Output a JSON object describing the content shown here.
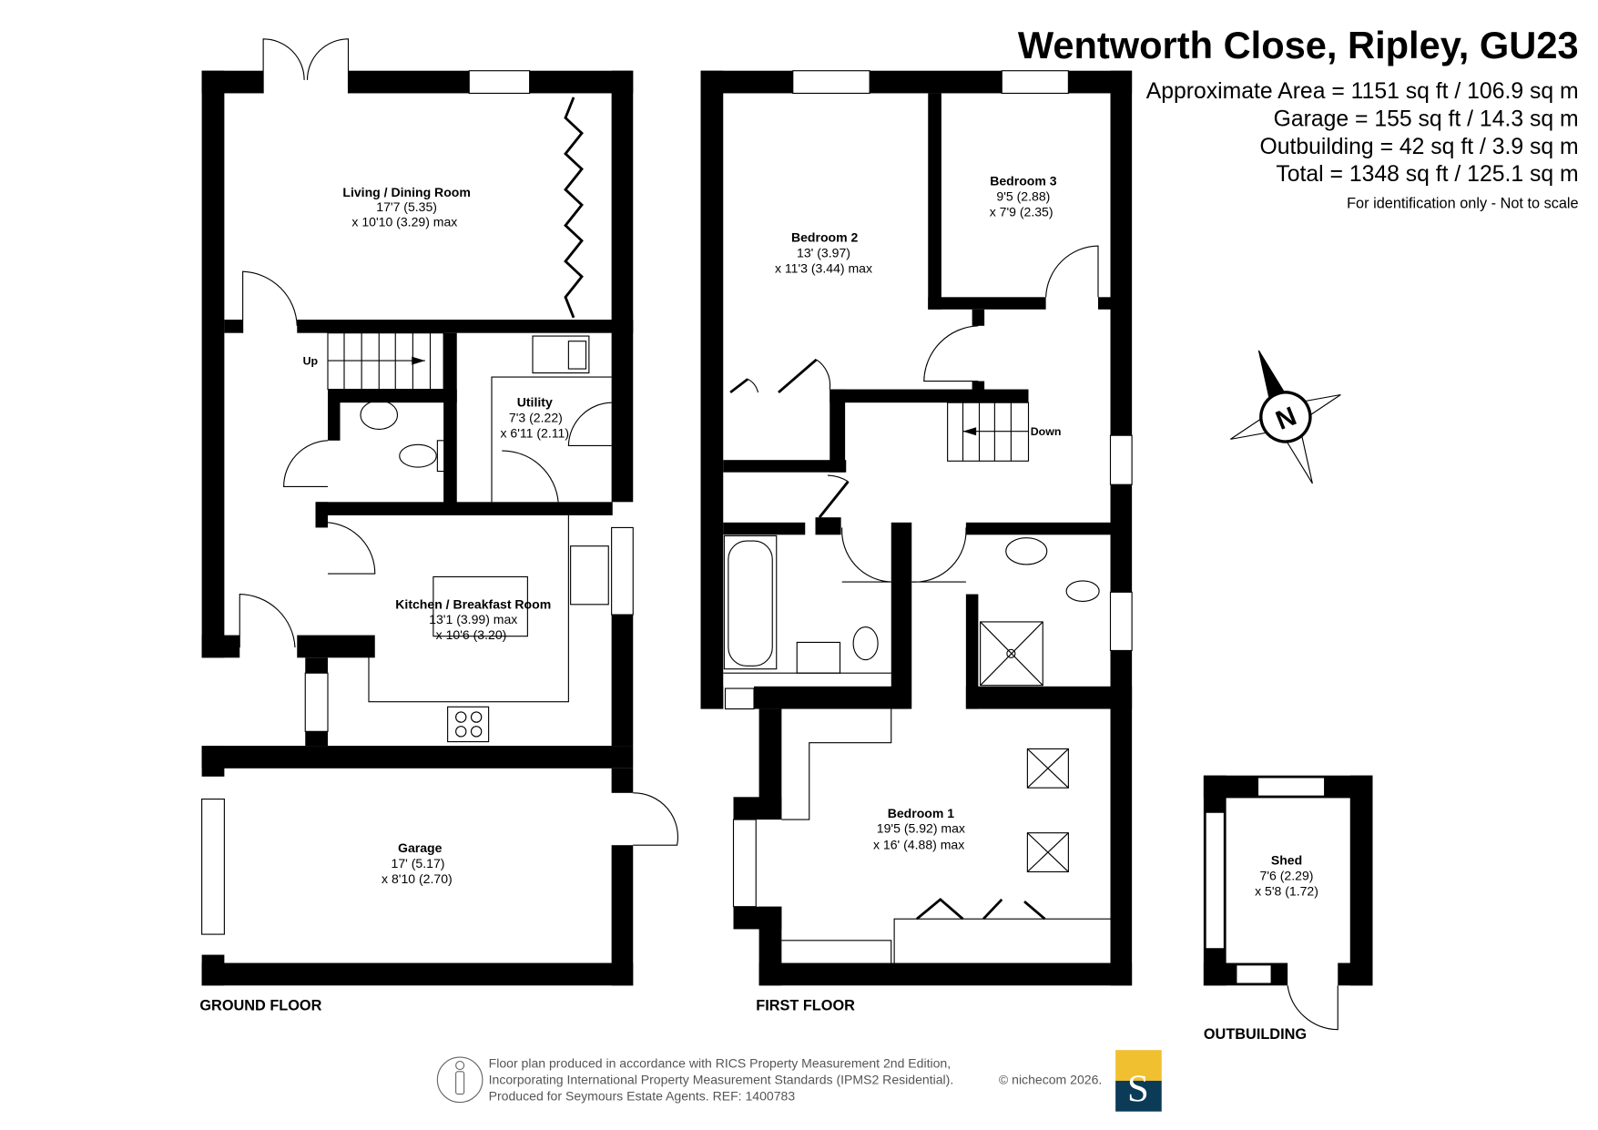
{
  "header": {
    "title": "Wentworth Close, Ripley, GU23",
    "areas": [
      "Approximate Area = 1151 sq ft / 106.9 sq m",
      "Garage = 155 sq ft / 14.3 sq m",
      "Outbuilding = 42 sq ft / 3.9 sq m",
      "Total = 1348 sq ft / 125.1 sq m"
    ],
    "disclaimer": "For identification only - Not to scale"
  },
  "floors": {
    "ground": {
      "label": "GROUND FLOOR",
      "stairs_label": "Up",
      "rooms": [
        {
          "name": "Living / Dining Room",
          "dim1": "17'7 (5.35)",
          "dim2": "x 10'10 (3.29) max"
        },
        {
          "name": "Utility",
          "dim1": "7'3 (2.22)",
          "dim2": "x 6'11 (2.11)"
        },
        {
          "name": "Kitchen / Breakfast Room",
          "dim1": "13'1 (3.99) max",
          "dim2": "x 10'6 (3.20)"
        },
        {
          "name": "Garage",
          "dim1": "17' (5.17)",
          "dim2": "x 8'10 (2.70)"
        }
      ]
    },
    "first": {
      "label": "FIRST FLOOR",
      "stairs_label": "Down",
      "rooms": [
        {
          "name": "Bedroom 2",
          "dim1": "13' (3.97)",
          "dim2": "x 11'3 (3.44) max"
        },
        {
          "name": "Bedroom 3",
          "dim1": "9'5 (2.88)",
          "dim2": "x 7'9 (2.35)"
        },
        {
          "name": "Bedroom 1",
          "dim1": "19'5 (5.92) max",
          "dim2": "x 16' (4.88) max"
        }
      ]
    },
    "outbuilding": {
      "label": "OUTBUILDING",
      "rooms": [
        {
          "name": "Shed",
          "dim1": "7'6 (2.29)",
          "dim2": "x 5'8 (1.72)"
        }
      ]
    }
  },
  "compass": {
    "label": "N"
  },
  "footer": {
    "lines": [
      "Floor plan produced in accordance with RICS Property Measurement 2nd Edition,",
      "Incorporating International Property Measurement Standards (IPMS2 Residential).",
      "Produced for Seymours Estate Agents.   REF: 1400783"
    ],
    "copyright": "© nichecom 2026.",
    "logo_letter": "S"
  },
  "colors": {
    "logo_top": "#f0c030",
    "logo_bottom": "#0b3b57",
    "wall": "#000000"
  }
}
